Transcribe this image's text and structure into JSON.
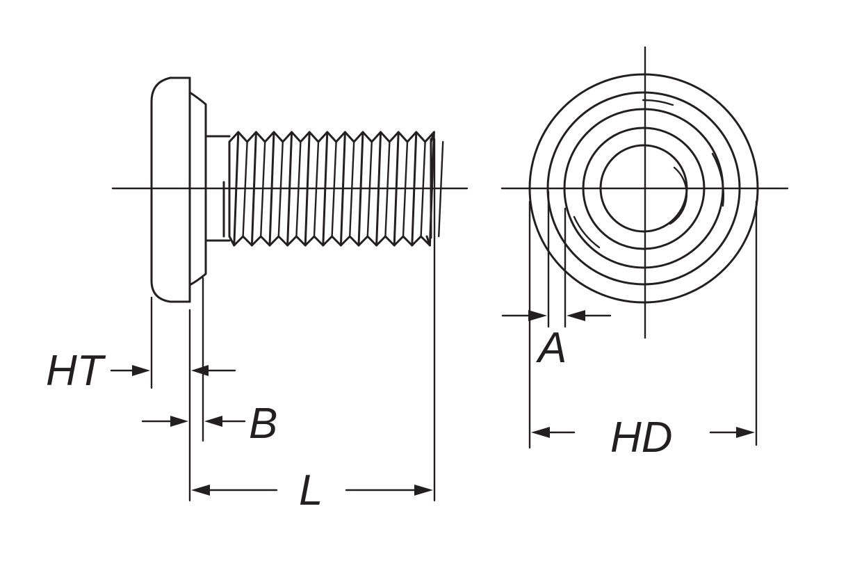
{
  "diagram": {
    "side_view": {
      "label_ht": "HT",
      "label_b": "B",
      "label_l": "L"
    },
    "end_view": {
      "label_a": "A",
      "label_hd": "HD"
    },
    "colors": {
      "line": "#231f20",
      "background": "#ffffff"
    }
  }
}
